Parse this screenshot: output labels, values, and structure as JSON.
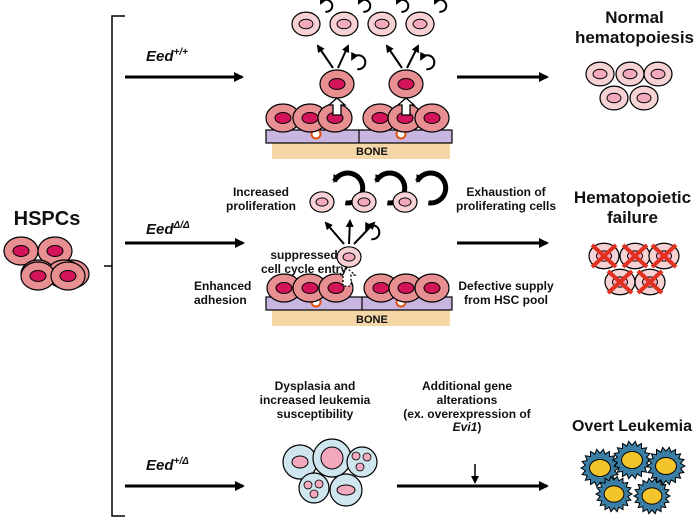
{
  "left": {
    "title": "HSPCs"
  },
  "genotypes": [
    {
      "base": "Eed",
      "sup": "+/+"
    },
    {
      "base": "Eed",
      "sup": "Δ/Δ"
    },
    {
      "base": "Eed",
      "sup": "+/Δ"
    }
  ],
  "outcomes": {
    "normal": {
      "line1": "Normal",
      "line2": "hematopoiesis"
    },
    "failure": {
      "line1": "Hematopoietic",
      "line2": "failure"
    },
    "leukemia": {
      "line1": "Overt Leukemia"
    }
  },
  "niche": {
    "bone_label": "BONE"
  },
  "annotations": {
    "increased_prolif": {
      "line1": "Increased",
      "line2": "proliferation"
    },
    "suppressed": {
      "line1": "suppressed",
      "line2": "cell cycle entry"
    },
    "enhanced": {
      "line1": "Enhanced",
      "line2": "adhesion"
    },
    "exhaustion": {
      "line1": "Exhaustion of",
      "line2": "proliferating cells"
    },
    "defective": {
      "line1": "Defective supply",
      "line2": "from HSC pool"
    },
    "dysplasia": {
      "line1": "Dysplasia and",
      "line2": "increased leukemia",
      "line3": "susceptibility"
    },
    "additional": {
      "line1": "Additional gene",
      "line2": "alterations",
      "line3_pre": "(ex. overexpression of ",
      "line3_em": "Evi1",
      "line3_post": ")"
    }
  },
  "colors": {
    "hspc_fill": "#e88f92",
    "hspc_nucleus": "#d4145a",
    "progenitor_fill": "#f6d2d4",
    "bone": "#f5d6a6",
    "niche_bar": "#c9b6e0",
    "leukemia_spike": "#3b7ea5",
    "leukemia_nucleus": "#f3c42b",
    "dysplasia_fill": "#cfe6ef",
    "cross": "#e03020"
  }
}
